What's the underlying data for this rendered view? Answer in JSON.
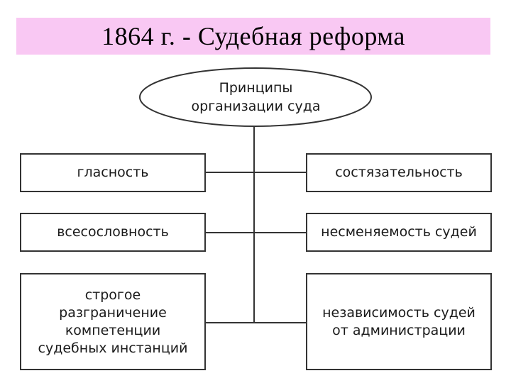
{
  "header": {
    "title": "1864 г. - Судебная реформа",
    "background_color": "#f9c8f3"
  },
  "diagram": {
    "root": {
      "lines": [
        "Принципы",
        "организации суда"
      ]
    },
    "left": [
      {
        "lines": [
          "гласность"
        ]
      },
      {
        "lines": [
          "всесословность"
        ]
      },
      {
        "lines": [
          "строгое",
          "разграничение",
          "компетенции",
          "судебных инстанций"
        ]
      }
    ],
    "right": [
      {
        "lines": [
          "состязательность"
        ]
      },
      {
        "lines": [
          "несменяемость судей"
        ]
      },
      {
        "lines": [
          "независимость судей",
          "от администрации"
        ]
      }
    ]
  }
}
